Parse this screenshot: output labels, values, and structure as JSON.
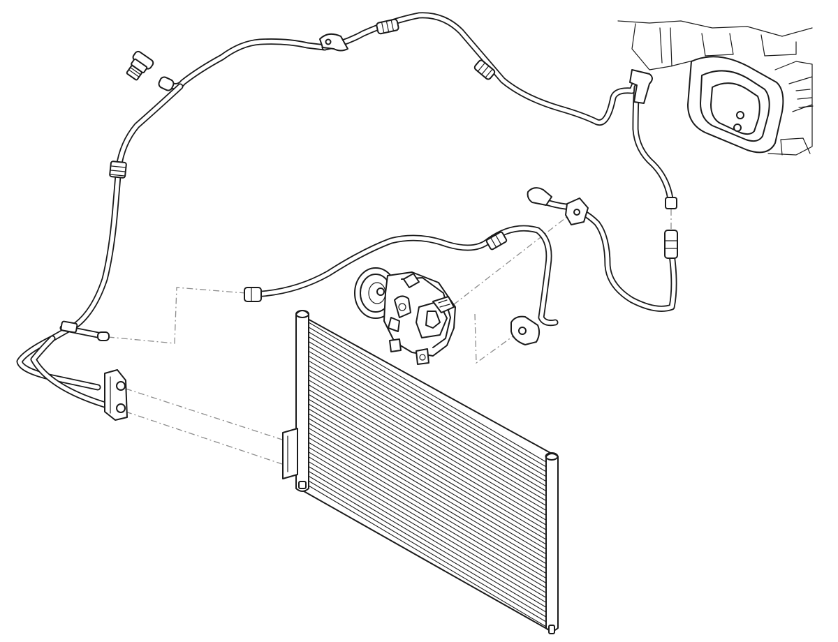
{
  "diagram": {
    "type": "exploded-parts-illustration",
    "parts": [
      {
        "id": "ac-condenser",
        "icon": "condenser-icon"
      },
      {
        "id": "ac-compressor",
        "icon": "compressor-icon"
      },
      {
        "id": "high-pressure-pipe",
        "icon": "pipe-icon"
      },
      {
        "id": "low-pressure-pipe",
        "icon": "pipe-icon"
      },
      {
        "id": "delivery-pipe",
        "icon": "pipe-icon"
      },
      {
        "id": "pressure-switch",
        "icon": "sensor-icon"
      },
      {
        "id": "condenser-connector-flange",
        "icon": "flange-icon"
      },
      {
        "id": "compressor-connector-flange",
        "icon": "flange-icon"
      },
      {
        "id": "evaporator-housing",
        "icon": "housing-icon"
      }
    ],
    "colors": {
      "line": "#1a1a1a",
      "leader": "#8c8c8c",
      "background": "#ffffff"
    }
  }
}
